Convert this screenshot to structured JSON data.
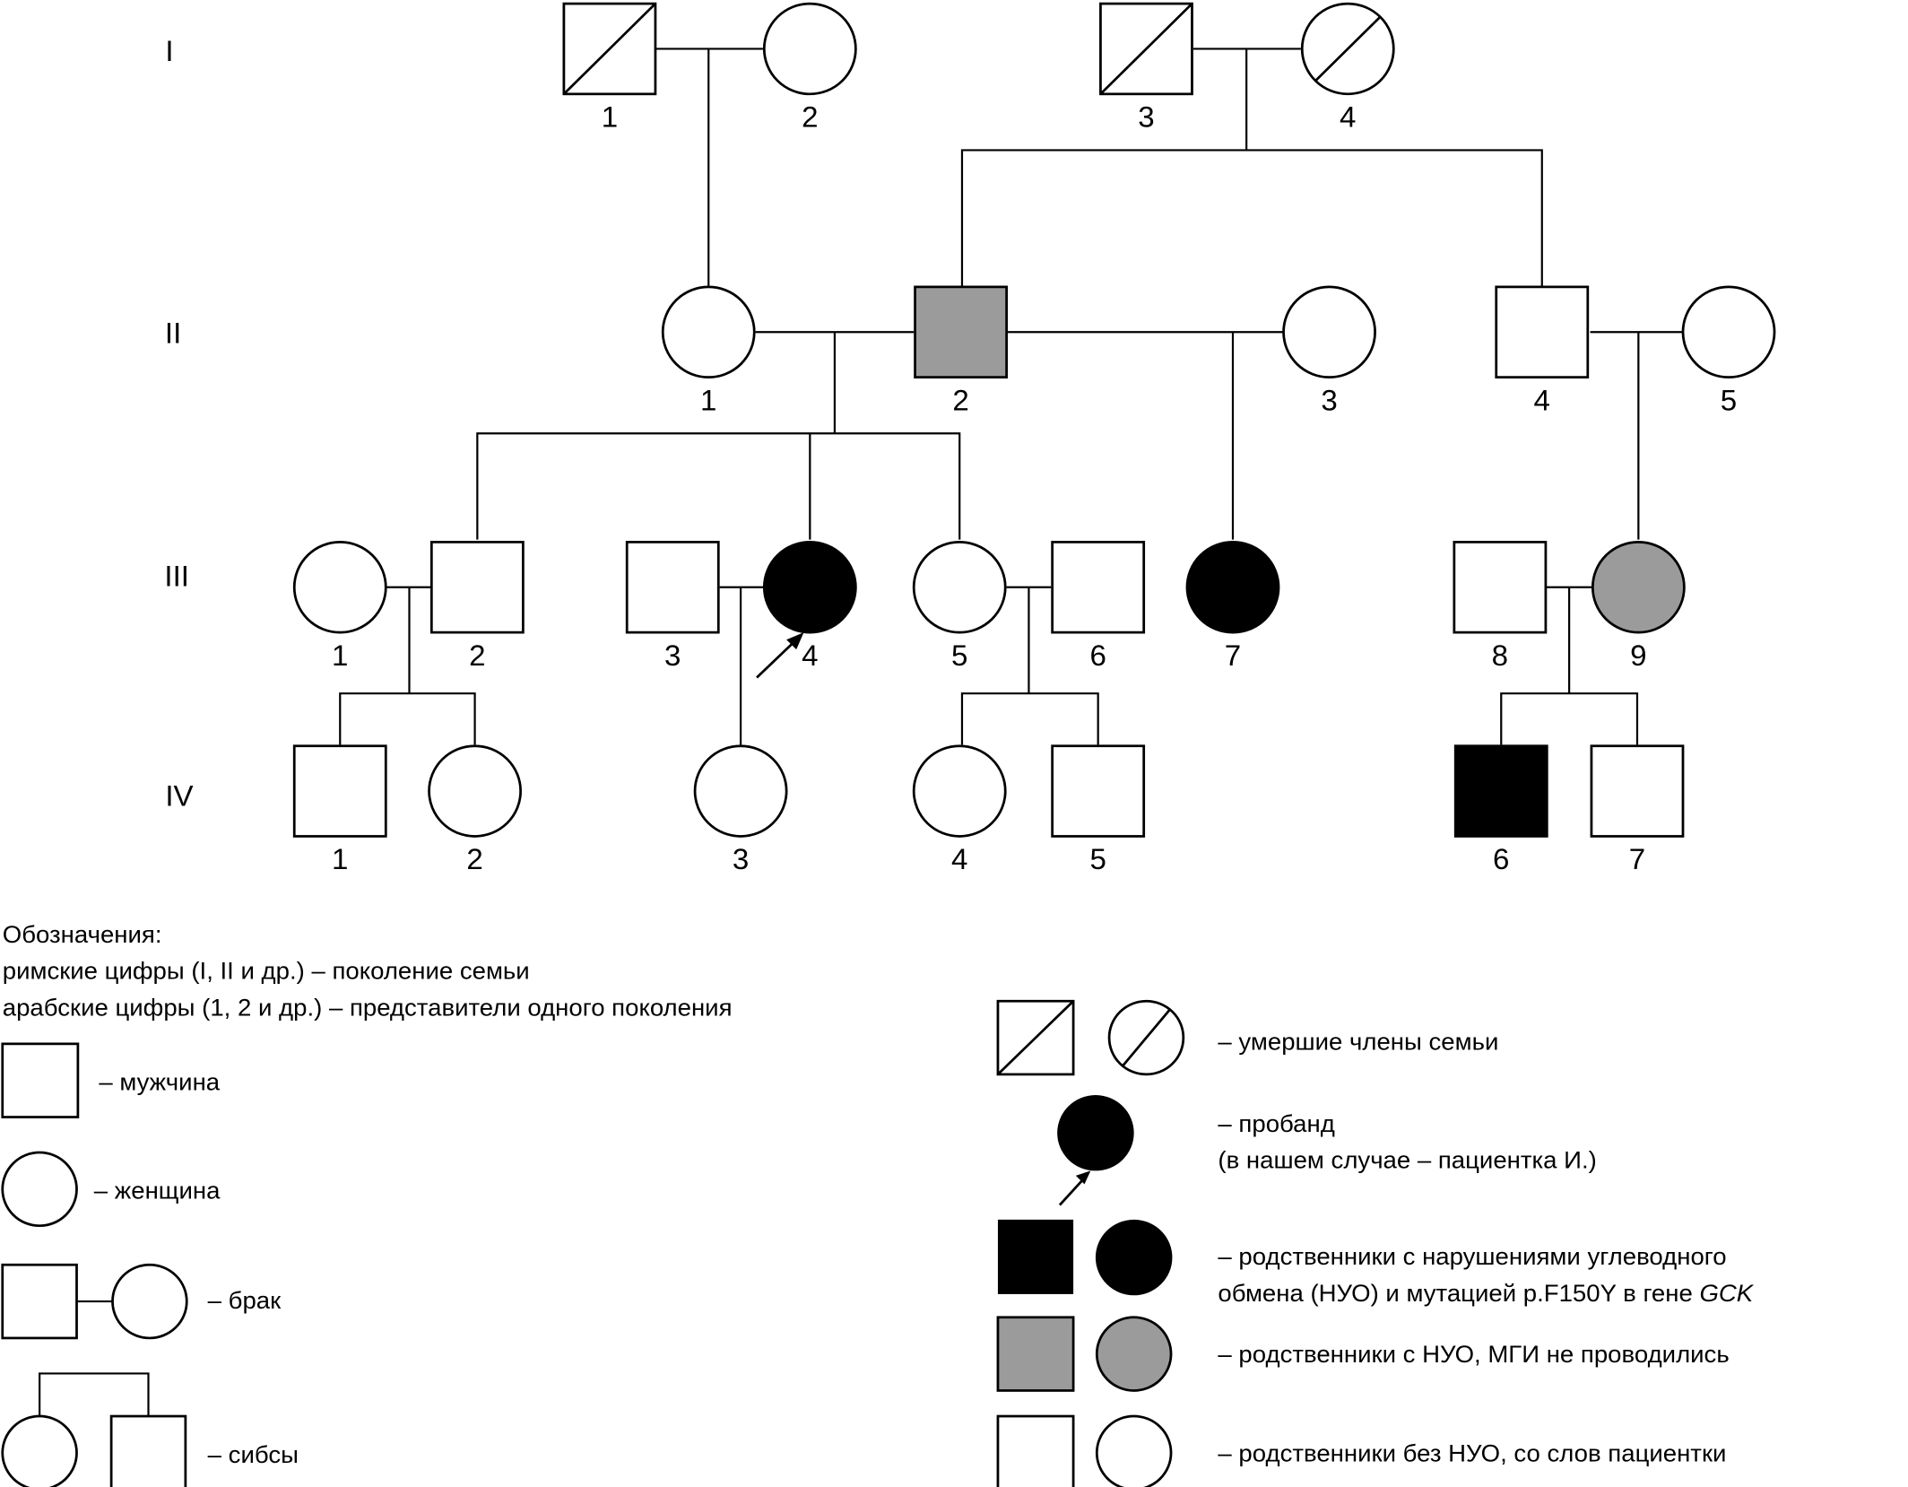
{
  "generations": [
    "I",
    "II",
    "III",
    "IV"
  ],
  "colors": {
    "affected": "#000000",
    "affected_untested": "#9b9b9b",
    "unaffected": "#ffffff"
  },
  "individuals": [
    {
      "id": "I-1",
      "sex": "male",
      "status": "unaffected",
      "deceased": true,
      "label": "1"
    },
    {
      "id": "I-2",
      "sex": "female",
      "status": "unaffected",
      "deceased": false,
      "label": "2"
    },
    {
      "id": "I-3",
      "sex": "male",
      "status": "unaffected",
      "deceased": true,
      "label": "3"
    },
    {
      "id": "I-4",
      "sex": "female",
      "status": "unaffected",
      "deceased": true,
      "label": "4"
    },
    {
      "id": "II-1",
      "sex": "female",
      "status": "unaffected",
      "label": "1"
    },
    {
      "id": "II-2",
      "sex": "male",
      "status": "affected_untested",
      "label": "2"
    },
    {
      "id": "II-3",
      "sex": "female",
      "status": "unaffected",
      "label": "3"
    },
    {
      "id": "II-4",
      "sex": "male",
      "status": "unaffected",
      "label": "4"
    },
    {
      "id": "II-5",
      "sex": "female",
      "status": "unaffected",
      "label": "5"
    },
    {
      "id": "III-1",
      "sex": "female",
      "status": "unaffected",
      "label": "1"
    },
    {
      "id": "III-2",
      "sex": "male",
      "status": "unaffected",
      "label": "2"
    },
    {
      "id": "III-3",
      "sex": "male",
      "status": "unaffected",
      "label": "3"
    },
    {
      "id": "III-4",
      "sex": "female",
      "status": "affected",
      "proband": true,
      "label": "4"
    },
    {
      "id": "III-5",
      "sex": "female",
      "status": "unaffected",
      "label": "5"
    },
    {
      "id": "III-6",
      "sex": "male",
      "status": "unaffected",
      "label": "6"
    },
    {
      "id": "III-7",
      "sex": "female",
      "status": "affected",
      "label": "7"
    },
    {
      "id": "III-8",
      "sex": "male",
      "status": "unaffected",
      "label": "8"
    },
    {
      "id": "III-9",
      "sex": "female",
      "status": "affected_untested",
      "label": "9"
    },
    {
      "id": "IV-1",
      "sex": "male",
      "status": "unaffected",
      "label": "1"
    },
    {
      "id": "IV-2",
      "sex": "female",
      "status": "unaffected",
      "label": "2"
    },
    {
      "id": "IV-3",
      "sex": "female",
      "status": "unaffected",
      "label": "3"
    },
    {
      "id": "IV-4",
      "sex": "female",
      "status": "unaffected",
      "label": "4"
    },
    {
      "id": "IV-5",
      "sex": "male",
      "status": "unaffected",
      "label": "5"
    },
    {
      "id": "IV-6",
      "sex": "male",
      "status": "affected",
      "label": "6"
    },
    {
      "id": "IV-7",
      "sex": "male",
      "status": "unaffected",
      "label": "7"
    }
  ],
  "legend": {
    "title": "Обозначения:",
    "roman": "римские цифры (I, II и др.) – поколение семьи",
    "arabic": "арабские цифры (1, 2 и др.) – представители одного поколения",
    "male": "– мужчина",
    "female": "– женщина",
    "marriage": "– брак",
    "siblings": "– сибсы",
    "deceased": "– умершие члены семьи",
    "proband_1": "– пробанд",
    "proband_2": "(в нашем случае – пациентка И.)",
    "affected_1": "– родственники с нарушениями углеводного",
    "affected_2_a": "обмена (НУО) и мутацией p.F150Y в гене ",
    "affected_2_gene": "GCK",
    "untested": "– родственники с НУО, МГИ не проводились",
    "unaffected": "– родственники без НУО, со слов пациентки"
  }
}
